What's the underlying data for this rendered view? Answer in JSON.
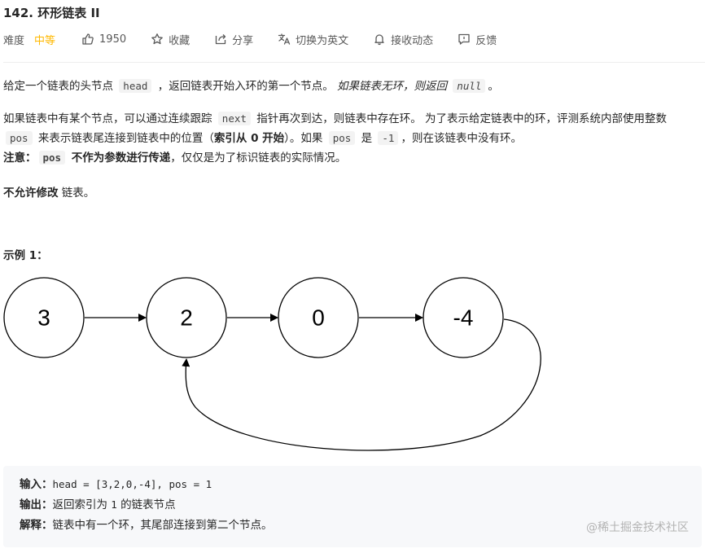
{
  "problem": {
    "title": "142. 环形链表 II"
  },
  "meta": {
    "difficulty_label": "难度",
    "difficulty": "中等",
    "likes": "1950",
    "favorite": "收藏",
    "share": "分享",
    "switch_lang": "切换为英文",
    "notify": "接收动态",
    "feedback": "反馈"
  },
  "desc": {
    "p1_a": "给定一个链表的头节点 ",
    "p1_code": "head",
    "p1_b": " ，返回链表开始入环的第一个节点。 ",
    "p1_i": "如果链表无环，则返回 ",
    "p1_code2": "null",
    "p1_c": "。",
    "p2_a": "如果链表中有某个节点，可以通过连续跟踪 ",
    "p2_code1": "next",
    "p2_b": " 指针再次到达，则链表中存在环。 为了表示给定链表中的环，评测系统内部使用整数 ",
    "p2_code2": "pos",
    "p2_c": " 来表示链表尾连接到链表中的位置（",
    "p2_bold": "索引从 0 开始",
    "p2_d": "）。如果 ",
    "p2_code3": "pos",
    "p2_e": " 是 ",
    "p2_code4": "-1",
    "p2_f": "，则在该链表中没有环。",
    "note_label": "注意：",
    "note_code": "pos",
    "note_bold": " 不作为参数进行传递",
    "note_rest": "，仅仅是为了标识链表的实际情况。",
    "p4_bold": "不允许修改",
    "p4_rest": " 链表。"
  },
  "example": {
    "heading": "示例 1：",
    "nodes": [
      "3",
      "2",
      "0",
      "-4"
    ],
    "input_label": "输入：",
    "input_value": "head = [3,2,0,-4], pos = 1",
    "output_label": "输出：",
    "output_a": "返回索引为 ",
    "output_code": "1",
    "output_b": " 的链表节点",
    "explain_label": "解释：",
    "explain_value": "链表中有一个环，其尾部连接到第二个节点。"
  },
  "watermark": "@稀土掘金技术社区",
  "colors": {
    "difficulty_medium": "#ffb800",
    "code_bg": "#f3f3f3",
    "example_bg": "#f7f8fa"
  },
  "icons": [
    "thumbs-up-icon",
    "star-icon",
    "share-icon",
    "translate-icon",
    "bell-icon",
    "feedback-icon"
  ]
}
